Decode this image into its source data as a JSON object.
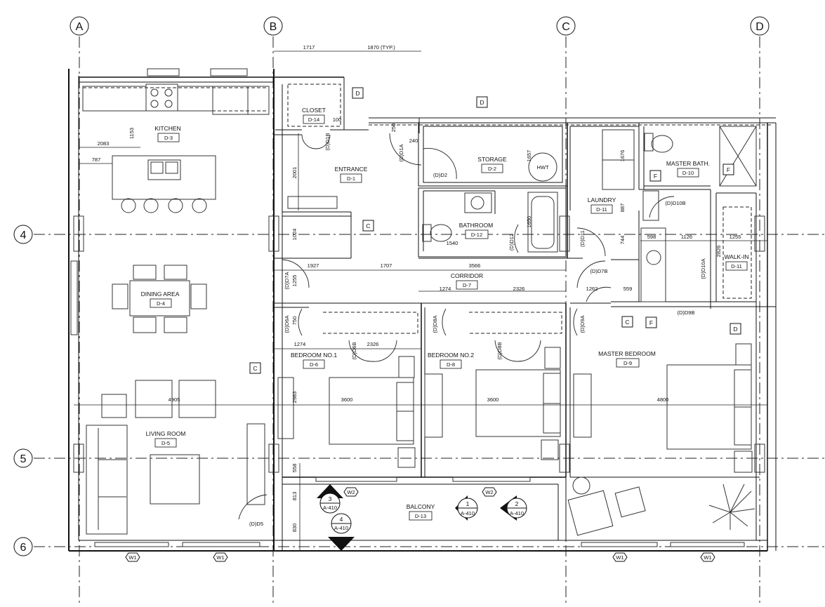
{
  "grid": {
    "columns": [
      "A",
      "B",
      "C",
      "D"
    ],
    "rows": [
      "4",
      "5",
      "6"
    ]
  },
  "rooms": [
    {
      "name": "KITCHEN",
      "tag": "D-3"
    },
    {
      "name": "CLOSET",
      "tag": "D-14"
    },
    {
      "name": "ENTRANCE",
      "tag": "D-1"
    },
    {
      "name": "STORAGE",
      "tag": "D-2"
    },
    {
      "name": "BATHROOM",
      "tag": "D-12"
    },
    {
      "name": "LAUNDRY",
      "tag": "D-11"
    },
    {
      "name": "MASTER BATH.",
      "tag": "D-10"
    },
    {
      "name": "WALK-IN",
      "tag": "D-11"
    },
    {
      "name": "CORRIDOR",
      "tag": "D-7"
    },
    {
      "name": "DINING AREA",
      "tag": "D-4"
    },
    {
      "name": "BEDROOM NO.1",
      "tag": "D-6"
    },
    {
      "name": "BEDROOM NO.2",
      "tag": "D-8"
    },
    {
      "name": "MASTER BEDROOM",
      "tag": "D-9"
    },
    {
      "name": "LIVING ROOM",
      "tag": "D-5"
    },
    {
      "name": "BALCONY",
      "tag": "D-13"
    }
  ],
  "dimensions": {
    "d1717": "1717",
    "d1870": "1870 (TYP.)",
    "d1153": "1153",
    "d2083": "2083",
    "d787": "787",
    "d100": "100",
    "d250": "250",
    "d240": "240",
    "d2001": "2001",
    "d1657": "1657",
    "d1676": "1676",
    "d887": "887",
    "d1650": "1650",
    "d1540": "1540",
    "d1024": "1024",
    "d744": "744",
    "d598": "598",
    "d1126": "1126",
    "d1255a": "1255",
    "d2826": "2826",
    "d1927": "1927",
    "d1707": "1707",
    "d3566": "3566",
    "d1255b": "1255",
    "d1274a": "1274",
    "d2326a": "2326",
    "d1262": "1262",
    "d559": "559",
    "d750": "750",
    "d1274b": "1274",
    "d2326b": "2326",
    "d2983": "2983",
    "d3600a": "3600",
    "d3600b": "3600",
    "d4800": "4800",
    "d4905": "4905",
    "d558": "558",
    "d813": "813",
    "d830": "830"
  },
  "doors": {
    "D1B": "(D)D1B",
    "D1A": "(D)D1A",
    "D2": "(D)D2",
    "D12": "(D)D12",
    "D11": "(D)D11",
    "D10B": "(D)D10B",
    "D10A": "(D)D10A",
    "D7A": "(D)D7A",
    "D7B": "(D)D7B",
    "D9B": "(D)D9B",
    "D6A": "(D)D6A",
    "D6B": "(D)D6B",
    "D8A": "(D)D8A",
    "D8B": "(D)D8B",
    "D9A": "(D)D9A",
    "D5": "(D)D5"
  },
  "tags": {
    "C": "C",
    "D": "D",
    "F": "F",
    "W1": "W1",
    "W2": "W2",
    "HWT": "HWT"
  },
  "section_markers": [
    {
      "num": "3",
      "sheet": "A-410"
    },
    {
      "num": "4",
      "sheet": "A-410"
    },
    {
      "num": "1",
      "sheet": "A-410"
    },
    {
      "num": "2",
      "sheet": "A-410"
    }
  ]
}
